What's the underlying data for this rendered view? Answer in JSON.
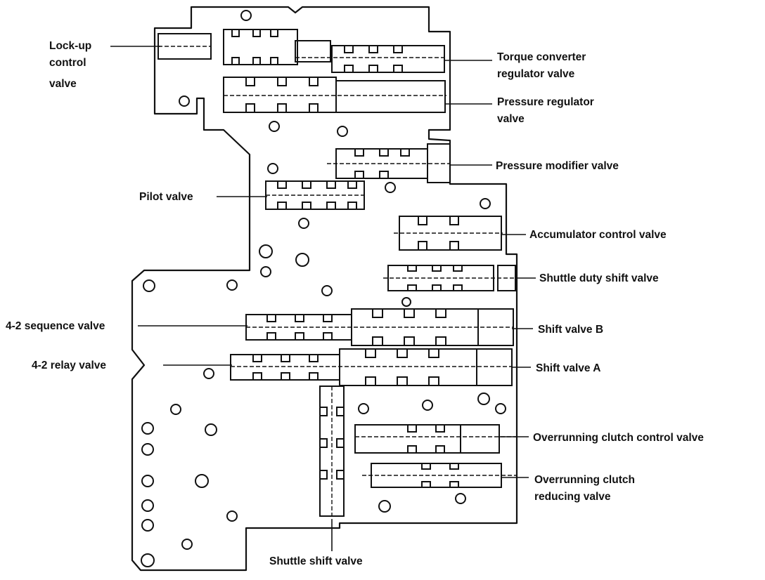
{
  "labels": {
    "lockup": [
      "Lock-up",
      "control",
      "valve"
    ],
    "torque_converter": [
      "Torque converter",
      "regulator valve"
    ],
    "pressure_regulator": [
      "Pressure regulator",
      "valve"
    ],
    "pressure_modifier": "Pressure modifier valve",
    "pilot": "Pilot valve",
    "accumulator": "Accumulator control valve",
    "shuttle_duty": "Shuttle duty shift valve",
    "seq_42": "4-2 sequence valve",
    "shift_b": "Shift valve B",
    "relay_42": "4-2 relay valve",
    "shift_a": "Shift valve A",
    "overrun_control": "Overrunning clutch control valve",
    "overrun_reducing": [
      "Overrunning clutch",
      "reducing valve"
    ],
    "shuttle_shift": "Shuttle shift valve"
  }
}
